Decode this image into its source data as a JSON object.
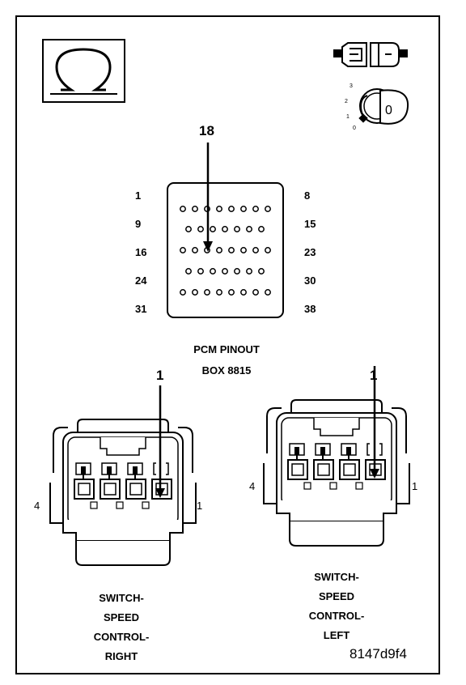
{
  "pinout": {
    "title_line1": "PCM PINOUT",
    "title_line2": "BOX 8815",
    "pointer_pin": "18",
    "row_labels_left": [
      "1",
      "9",
      "16",
      "24",
      "31"
    ],
    "row_labels_right": [
      "8",
      "15",
      "23",
      "30",
      "38"
    ]
  },
  "switch_right": {
    "pointer_pin": "1",
    "side_left": "4",
    "side_right": "1",
    "caption": [
      "SWITCH-",
      "SPEED",
      "CONTROL-",
      "RIGHT"
    ]
  },
  "switch_left": {
    "pointer_pin": "1",
    "side_left": "4",
    "side_right": "1",
    "caption": [
      "SWITCH-",
      "SPEED",
      "CONTROL-",
      "LEFT"
    ]
  },
  "ignition_icon": {
    "positions": [
      "3",
      "2",
      "1",
      "0"
    ],
    "key_label": "0"
  },
  "ohm_symbol": "Ω",
  "figure_code": "8147d9f4"
}
